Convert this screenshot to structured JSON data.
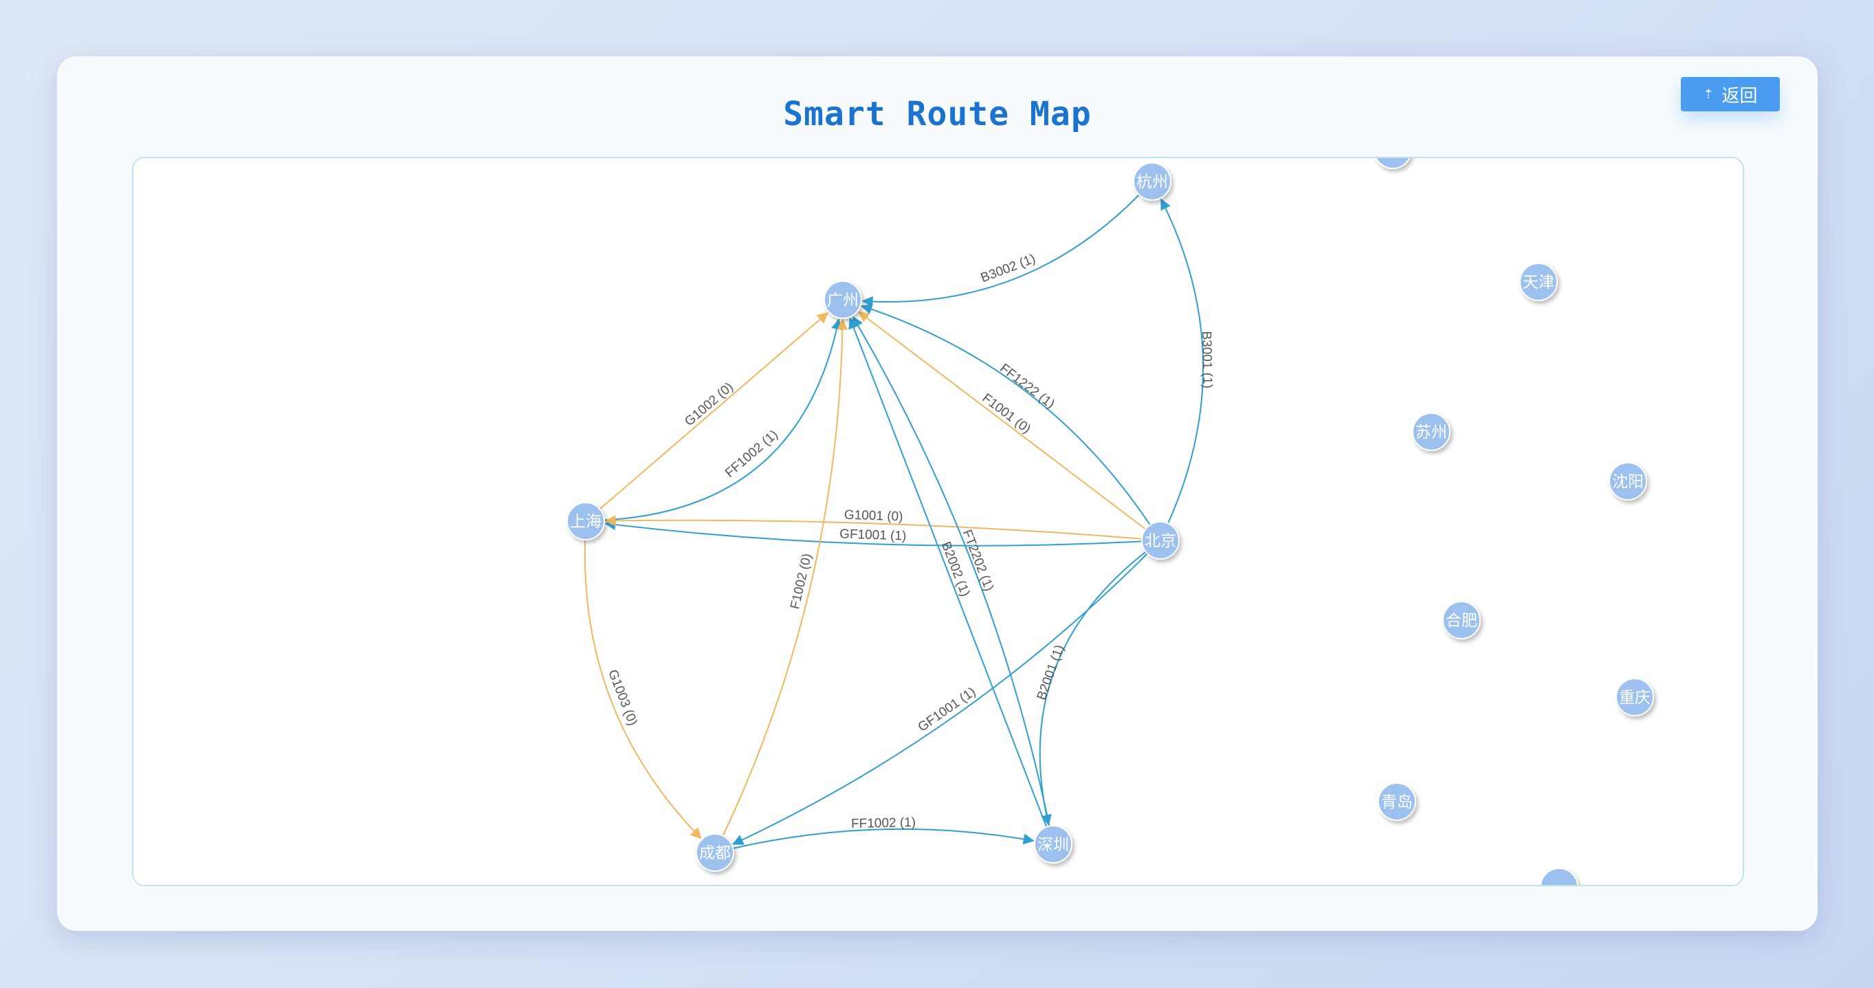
{
  "page": {
    "title": "Smart Route Map",
    "back_button": {
      "label": "返回",
      "icon": "upload-icon"
    }
  },
  "colors": {
    "title": "#1a73d0",
    "button": "#4a9cf1",
    "node": "#9cc1ee",
    "edge_blue": "#2f9fd0",
    "edge_orange": "#f0b85e"
  },
  "graph": {
    "nodes": [
      {
        "id": "guangzhou",
        "label": "广州"
      },
      {
        "id": "hangzhou",
        "label": "杭州"
      },
      {
        "id": "tianjin",
        "label": "天津"
      },
      {
        "id": "suzhou",
        "label": "苏州"
      },
      {
        "id": "shenyang",
        "label": "沈阳"
      },
      {
        "id": "shanghai",
        "label": "上海"
      },
      {
        "id": "beijing",
        "label": "北京"
      },
      {
        "id": "hefei",
        "label": "合肥"
      },
      {
        "id": "chongqing",
        "label": "重庆"
      },
      {
        "id": "qingdao",
        "label": "青岛"
      },
      {
        "id": "chengdu",
        "label": "成都"
      },
      {
        "id": "shenzhen",
        "label": "深圳"
      },
      {
        "id": "partial_top",
        "label": ""
      },
      {
        "id": "partial_bottom",
        "label": ""
      }
    ],
    "edges": [
      {
        "from": "hangzhou",
        "to": "guangzhou",
        "label": "B3002 (1)",
        "kind": "blue"
      },
      {
        "from": "beijing",
        "to": "hangzhou",
        "label": "B3001 (1)",
        "kind": "blue"
      },
      {
        "from": "shanghai",
        "to": "guangzhou",
        "label": "FF1002 (1)",
        "kind": "blue"
      },
      {
        "from": "shanghai",
        "to": "guangzhou",
        "label": "G1002 (0)",
        "kind": "orange"
      },
      {
        "from": "beijing",
        "to": "guangzhou",
        "label": "FF1222 (1)",
        "kind": "blue"
      },
      {
        "from": "beijing",
        "to": "guangzhou",
        "label": "F1001 (0)",
        "kind": "orange"
      },
      {
        "from": "beijing",
        "to": "shanghai",
        "label": "GF1001 (1)",
        "kind": "blue"
      },
      {
        "from": "beijing",
        "to": "shanghai",
        "label": "G1001 (0)",
        "kind": "orange"
      },
      {
        "from": "chengdu",
        "to": "guangzhou",
        "label": "F1002 (0)",
        "kind": "orange"
      },
      {
        "from": "shenzhen",
        "to": "guangzhou",
        "label": "B2002 (1)",
        "kind": "blue"
      },
      {
        "from": "shenzhen",
        "to": "guangzhou",
        "label": "FT2202 (1)",
        "kind": "blue"
      },
      {
        "from": "shanghai",
        "to": "chengdu",
        "label": "G1003 (0)",
        "kind": "orange"
      },
      {
        "from": "beijing",
        "to": "chengdu",
        "label": "GF1001 (1)",
        "kind": "blue"
      },
      {
        "from": "beijing",
        "to": "shenzhen",
        "label": "B2001 (1)",
        "kind": "blue"
      },
      {
        "from": "chengdu",
        "to": "shenzhen",
        "label": "FF1002 (1)",
        "kind": "blue"
      }
    ]
  }
}
